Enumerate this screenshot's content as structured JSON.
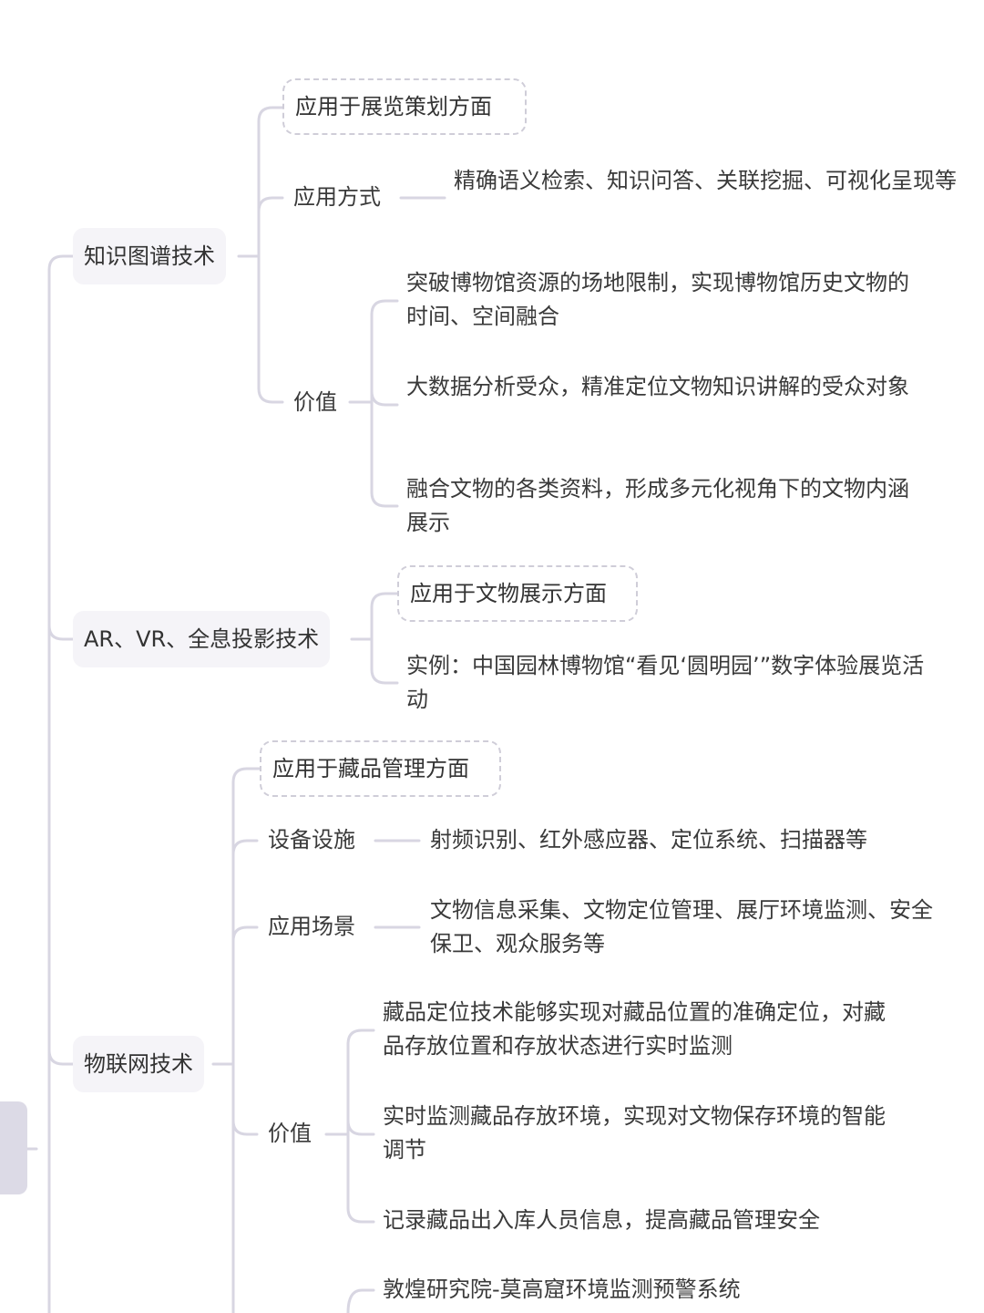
{
  "branches": [
    {
      "title": "知识图谱技术",
      "aspect": "应用于展览策划方面",
      "method_label": "应用方式",
      "method_text": "精确语义检索、知识问答、关联挖掘、可视化呈现等",
      "value_label": "价值",
      "values": [
        "突破博物馆资源的场地限制，实现博物馆历史文物的时间、空间融合",
        "大数据分析受众，精准定位文物知识讲解的受众对象",
        "融合文物的各类资料，形成多元化视角下的文物内涵展示"
      ]
    },
    {
      "title": "AR、VR、全息投影技术",
      "aspect": "应用于文物展示方面",
      "example": "实例：中国园林博物馆“看见‘圆明园’”数字体验展览活动"
    },
    {
      "title": "物联网技术",
      "aspect": "应用于藏品管理方面",
      "device_label": "设备设施",
      "device_text": "射频识别、红外感应器、定位系统、扫描器等",
      "scene_label": "应用场景",
      "scene_text": "文物信息采集、文物定位管理、展厅环境监测、安全保卫、观众服务等",
      "value_label": "价值",
      "values": [
        "藏品定位技术能够实现对藏品位置的准确定位，对藏品存放位置和存放状态进行实时监测",
        "实时监测藏品存放环境，实现对文物保存环境的智能调节",
        "记录藏品出入库人员信息，提高藏品管理安全"
      ],
      "case_text": "敦煌研究院-莫高窟环境监测预警系统"
    }
  ],
  "colors": {
    "line": "#d6d4e0",
    "pill_bg": "#f5f4f8",
    "dash": "#cfcdd8"
  }
}
